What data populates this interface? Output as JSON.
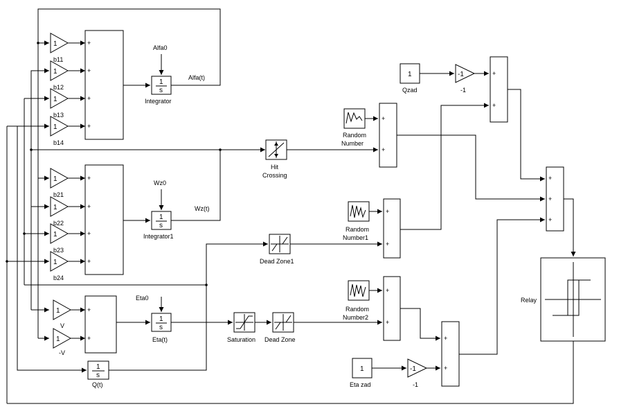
{
  "labels": {
    "alfa0": "Alfa0",
    "alfa_t": "Alfa(t)",
    "integrator": "Integrator",
    "wz0": "Wz0",
    "wz_t": "Wz(t)",
    "integrator1": "Integrator1",
    "eta0": "Eta0",
    "eta_t": "Eta(t)",
    "q_t": "Q(t)",
    "hit_crossing": [
      "Hit",
      "Crossing"
    ],
    "dead_zone1": "Dead Zone1",
    "dead_zone": "Dead Zone",
    "saturation": "Saturation",
    "random1": [
      "Random",
      "Number"
    ],
    "random2": [
      "Random",
      "Number1"
    ],
    "random3": [
      "Random",
      "Number2"
    ],
    "qzad": "Qzad",
    "eta_zad": "Eta zad",
    "relay": "Relay",
    "neg1_a": "-1",
    "neg1_b": "-1",
    "v": "V",
    "neg_v": "-V",
    "b11": "b11",
    "b12": "b12",
    "b13": "b13",
    "b14": "b14",
    "b21": "b21",
    "b22": "b22",
    "b23": "b23",
    "b24": "b24"
  },
  "block_text": {
    "gain": "1",
    "const": "1",
    "integrator_num": "1",
    "integrator_den": "s",
    "gain_neg": "-1",
    "plus": "+"
  }
}
